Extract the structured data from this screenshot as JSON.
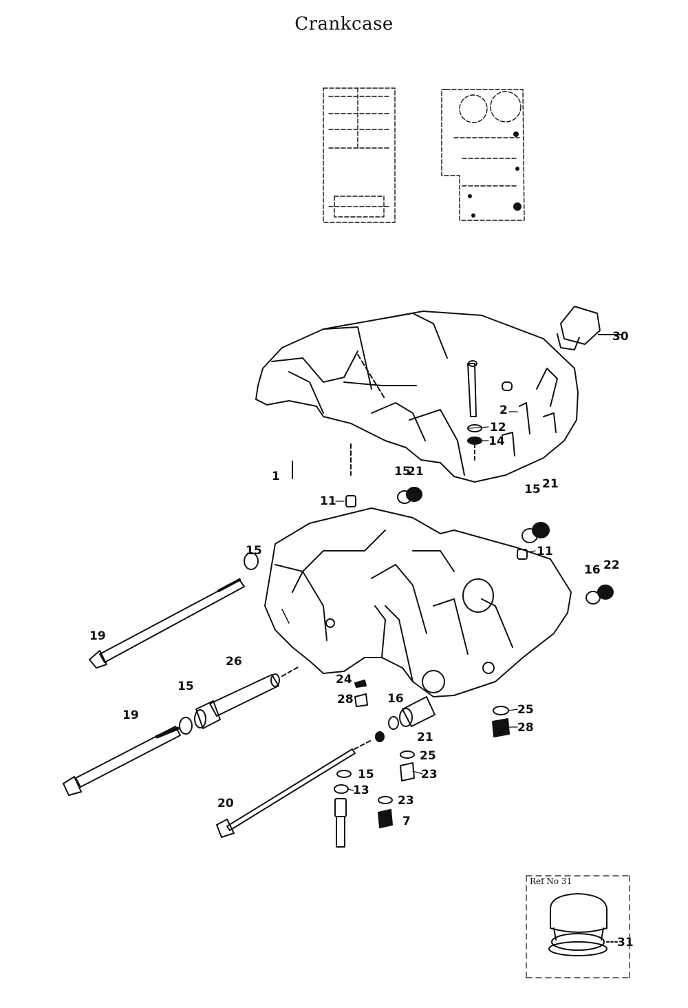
{
  "title": "Crankcase",
  "parts": {
    "p1": "1",
    "p2": "2",
    "p7": "7",
    "p11a": "11",
    "p11b": "11",
    "p12": "12",
    "p13": "13",
    "p14": "14",
    "p15a": "15",
    "p15b": "15",
    "p15c": "15",
    "p15d": "15",
    "p15e": "15",
    "p16a": "16",
    "p16b": "16",
    "p19a": "19",
    "p19b": "19",
    "p20": "20",
    "p21a": "21",
    "p21b": "21",
    "p21c": "21",
    "p22": "22",
    "p23a": "23",
    "p23b": "23",
    "p24": "24",
    "p25a": "25",
    "p25b": "25",
    "p26": "26",
    "p28a": "28",
    "p28b": "28",
    "p30": "30",
    "p31": "31"
  },
  "inset": {
    "ref_label": "Ref No 31"
  },
  "colors": {
    "ink": "#111111",
    "paper": "#ffffff"
  }
}
